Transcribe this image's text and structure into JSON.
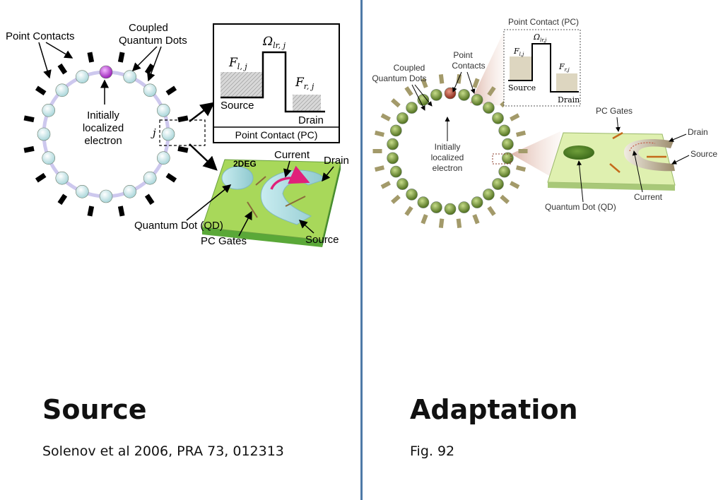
{
  "left": {
    "heading": "Source",
    "caption": "Solenov et al 2006, PRA 73, 012313",
    "labels": {
      "point_contacts": "Point Contacts",
      "coupled_1": "Coupled",
      "coupled_2": "Quantum Dots",
      "init_1": "Initially",
      "init_2": "localized",
      "init_3": "electron",
      "j": "j",
      "F_l": "F",
      "F_l_sub": "l, j",
      "Omega": "Ω",
      "Omega_sub": "lr, j",
      "F_r": "F",
      "F_r_sub": "r, j",
      "source_pc": "Source",
      "drain_pc": "Drain",
      "pc_title": "Point Contact (PC)",
      "twodeg": "2DEG",
      "current": "Current",
      "drain": "Drain",
      "qd": "Quantum Dot (QD)",
      "pc_gates": "PC Gates",
      "source": "Source"
    }
  },
  "right": {
    "heading": "Adaptation",
    "caption": "Fig. 92",
    "labels": {
      "pc_title": "Point Contact (PC)",
      "point_1": "Point",
      "point_2": "Contacts",
      "coupled_1": "Coupled",
      "coupled_2": "Quantum Dots",
      "F_l": "F",
      "F_l_sub": "l,j",
      "Omega": "Ω",
      "Omega_sub": "lr,j",
      "F_r": "F",
      "F_r_sub": "r,j",
      "source_pc": "Source",
      "drain_pc": "Drain",
      "init_1": "Initially",
      "init_2": "localized",
      "init_3": "electron",
      "pc_gates": "PC Gates",
      "drain": "Drain",
      "source": "Source",
      "current": "Current",
      "qd": "Quantum Dot (QD)"
    }
  },
  "colors": {
    "divider": "#4e79a7",
    "dot_left": "#cfe8ea",
    "dot_left_highlight": "#b030c8",
    "dot_right": "#6f8f2e",
    "dot_right_highlight": "#a43a2a",
    "contact_right": "#a39a6a",
    "chip_green": "#b8e06a"
  }
}
